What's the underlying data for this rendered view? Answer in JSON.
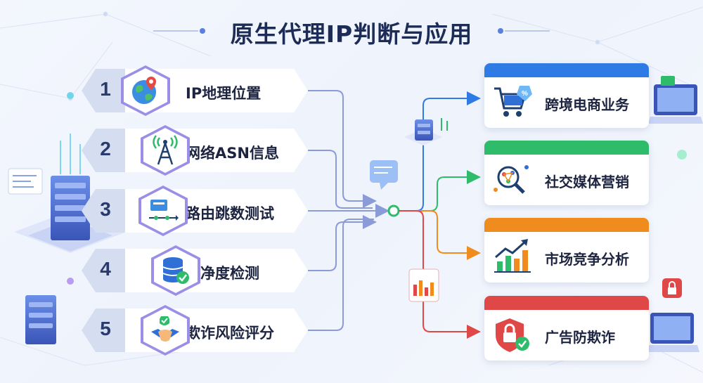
{
  "title": "原生代理IP判断与应用",
  "colors": {
    "title": "#1d2b57",
    "connector": "#8a9bd8",
    "hex_border": "#9a8ee6",
    "blue": "#2f7be6",
    "green": "#2ebc6a",
    "orange": "#f08c1e",
    "red": "#e04848"
  },
  "steps": [
    {
      "number": "1",
      "label": "IP地理位置",
      "icon": "globe-location-icon"
    },
    {
      "number": "2",
      "label": "网络ASN信息",
      "icon": "antenna-tower-icon"
    },
    {
      "number": "3",
      "label": "路由跳数测试",
      "icon": "route-hops-icon"
    },
    {
      "number": "4",
      "label": "纯净度检测",
      "icon": "database-check-icon"
    },
    {
      "number": "5",
      "label": "欺诈风险评分",
      "icon": "handshake-shield-icon"
    }
  ],
  "applications": [
    {
      "label": "跨境电商业务",
      "color": "#2f7be6",
      "icon": "shopping-cart-icon"
    },
    {
      "label": "社交媒体营销",
      "color": "#2ebc6a",
      "icon": "network-magnifier-icon"
    },
    {
      "label": "市场竞争分析",
      "color": "#f08c1e",
      "icon": "bar-chart-growth-icon"
    },
    {
      "label": "广告防欺诈",
      "color": "#e04848",
      "icon": "shield-lock-icon"
    }
  ]
}
